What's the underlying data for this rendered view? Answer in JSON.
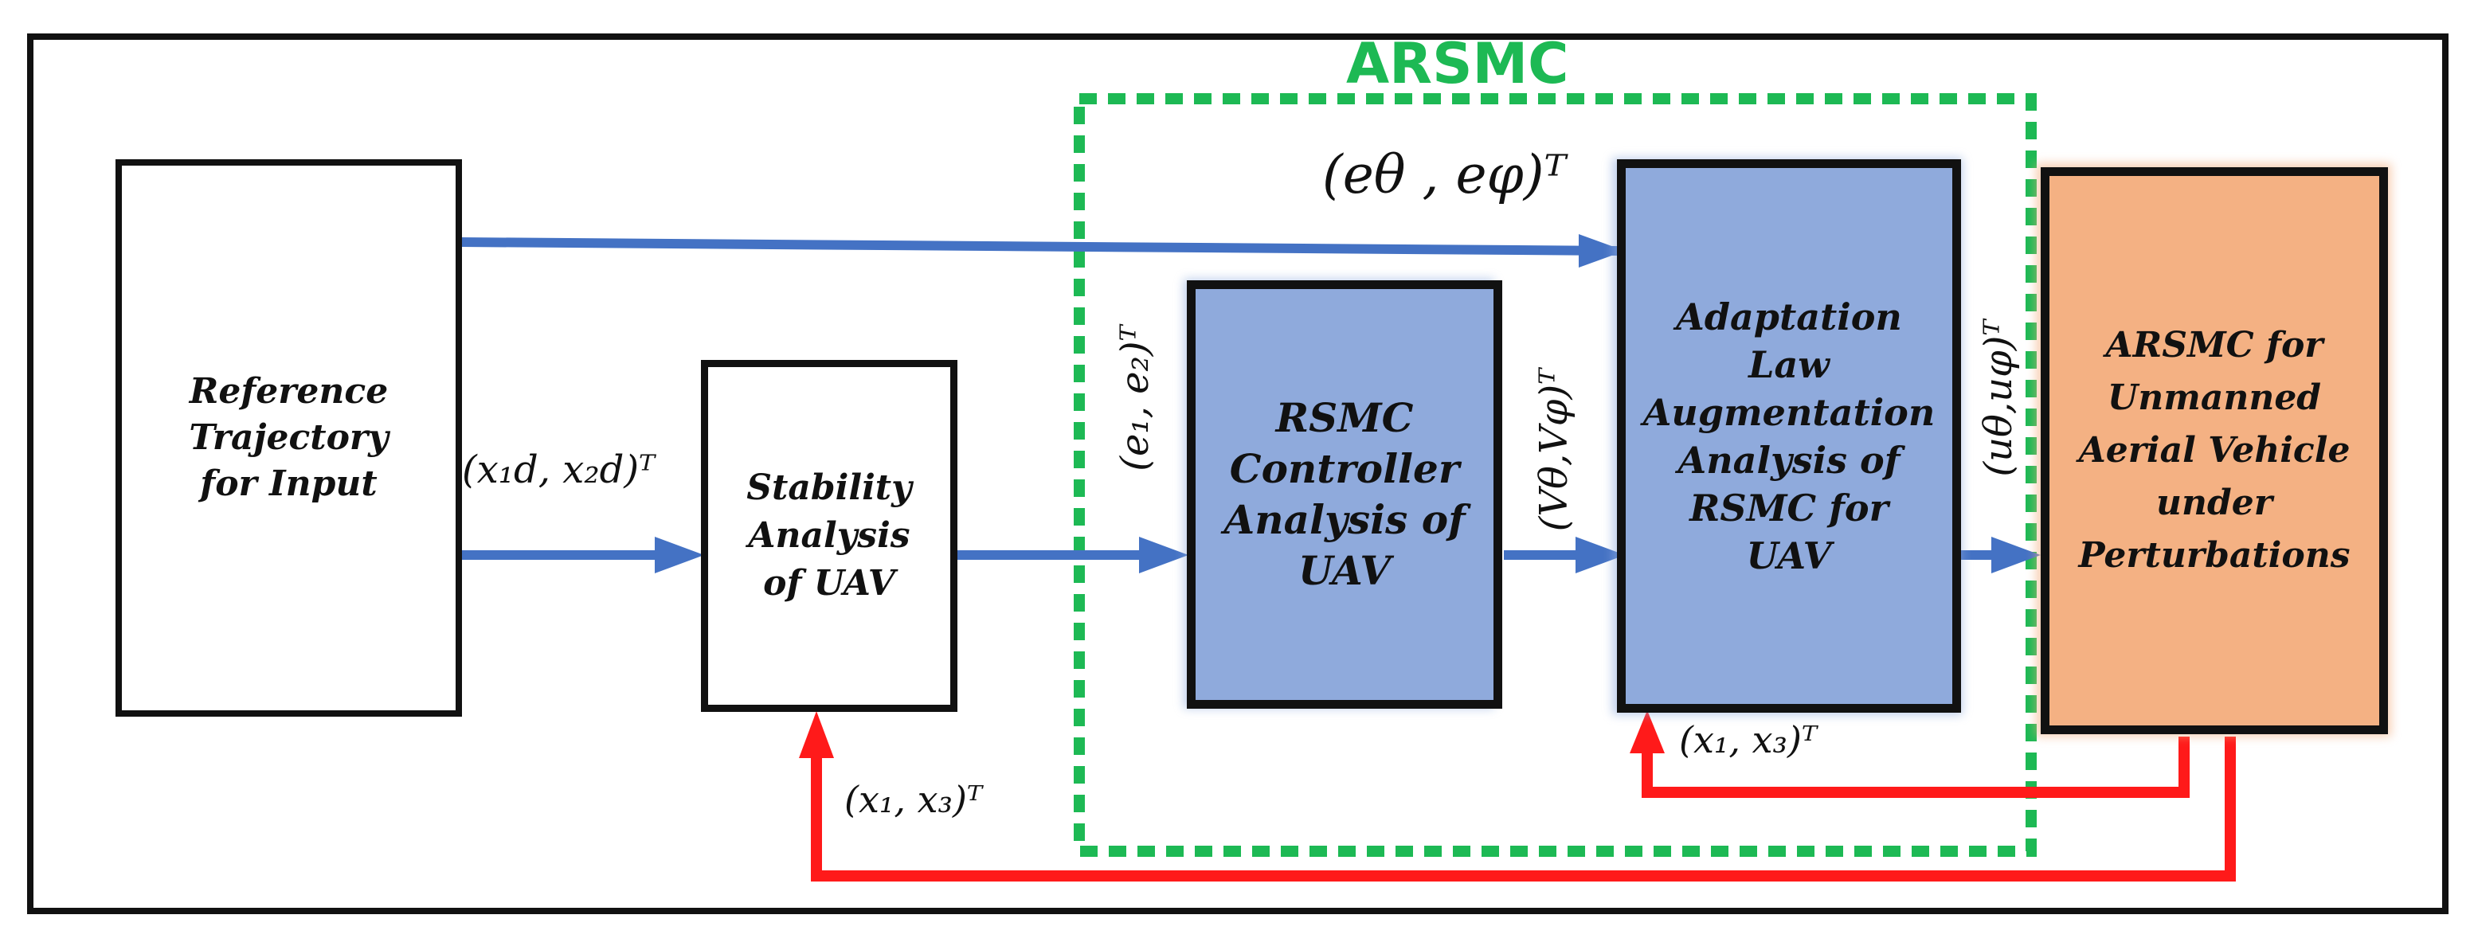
{
  "group": {
    "label": "ARSMC",
    "color": "#1db954"
  },
  "colors": {
    "forward": "#4472c4",
    "feedback": "#ff1a1a",
    "blue_fill": "#8faadc",
    "orange_fill": "#f4b183"
  },
  "blocks": {
    "reference": "Reference\nTrajectory\nfor Input",
    "stability": "Stability\nAnalysis\nof UAV",
    "rsmc": "RSMC\nController\nAnalysis of\nUAV",
    "adaptation": "Adaptation\nLaw\nAugmentation\nAnalysis of\nRSMC for\nUAV",
    "arsmc_uav": "ARSMC  for\nUnmanned\nAerial Vehicle\nunder\nPerturbations"
  },
  "signals": {
    "error_theta_phi": "(eθ , eφ)ᵀ",
    "x1d_x2d": "(x₁d, x₂d)ᵀ",
    "e1_e2": "(e₁, e₂)ᵀ",
    "v_theta_phi": "(Vθ,Vφ)ᵀ",
    "u_theta_phi": "(uθ,uφ)ᵀ",
    "x1_x3_inner": "(x₁, x₃)ᵀ",
    "x1_x3_outer": "(x₁, x₃)ᵀ"
  }
}
